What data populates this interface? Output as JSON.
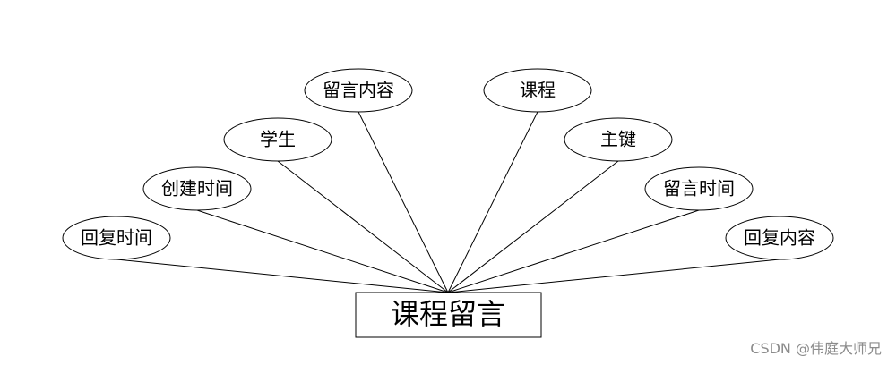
{
  "entity": {
    "label": "课程留言"
  },
  "attributes": [
    {
      "label": "回复时间"
    },
    {
      "label": "创建时间"
    },
    {
      "label": "学生"
    },
    {
      "label": "留言内容"
    },
    {
      "label": "课程"
    },
    {
      "label": "主键"
    },
    {
      "label": "留言时间"
    },
    {
      "label": "回复内容"
    }
  ],
  "watermark": {
    "text": "CSDN @伟庭大师兄"
  }
}
